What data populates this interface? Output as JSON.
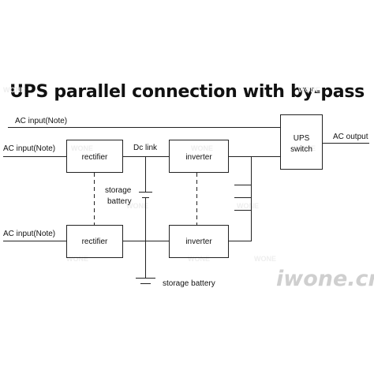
{
  "title": "UPS parallel connection with by-pass",
  "labels": {
    "ac_input_top": "AC input(Note)",
    "ac_input_mid": "AC input(Note)",
    "ac_input_bottom": "AC input(Note)",
    "dc_link": "Dc link",
    "ac_output": "AC output",
    "storage_battery_1a": "storage",
    "storage_battery_1b": "battery",
    "storage_battery_2": "storage battery"
  },
  "blocks": {
    "rectifier_1": "rectifier",
    "rectifier_2": "rectifier",
    "inverter_1": "inverter",
    "inverter_2": "inverter",
    "ups_switch_line1": "UPS",
    "ups_switch_line2": "switch"
  },
  "watermarks": {
    "small": "WONE",
    "brand": "iwone.cn"
  },
  "colors": {
    "line": "#222222",
    "text": "#111111",
    "watermark": "#cfcfcf"
  }
}
